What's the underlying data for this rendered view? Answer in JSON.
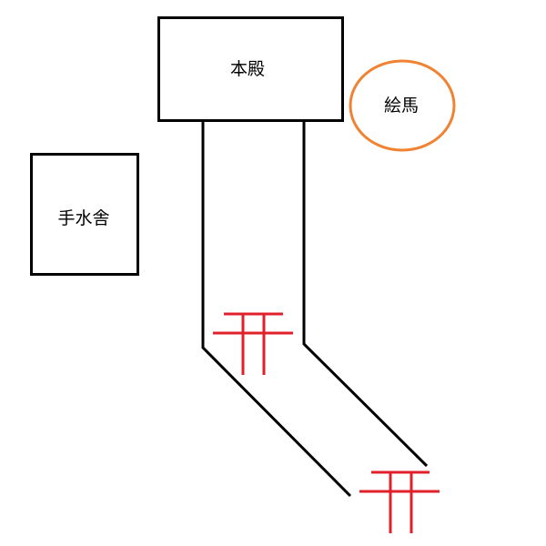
{
  "map": {
    "honden": {
      "label": "本殿"
    },
    "ema": {
      "label": "絵馬"
    },
    "temizuya": {
      "label": "手水舎"
    }
  },
  "colors": {
    "outline": "#000000",
    "ema_outline": "#f08232",
    "torii": "#e0202a",
    "background": "#ffffff"
  }
}
